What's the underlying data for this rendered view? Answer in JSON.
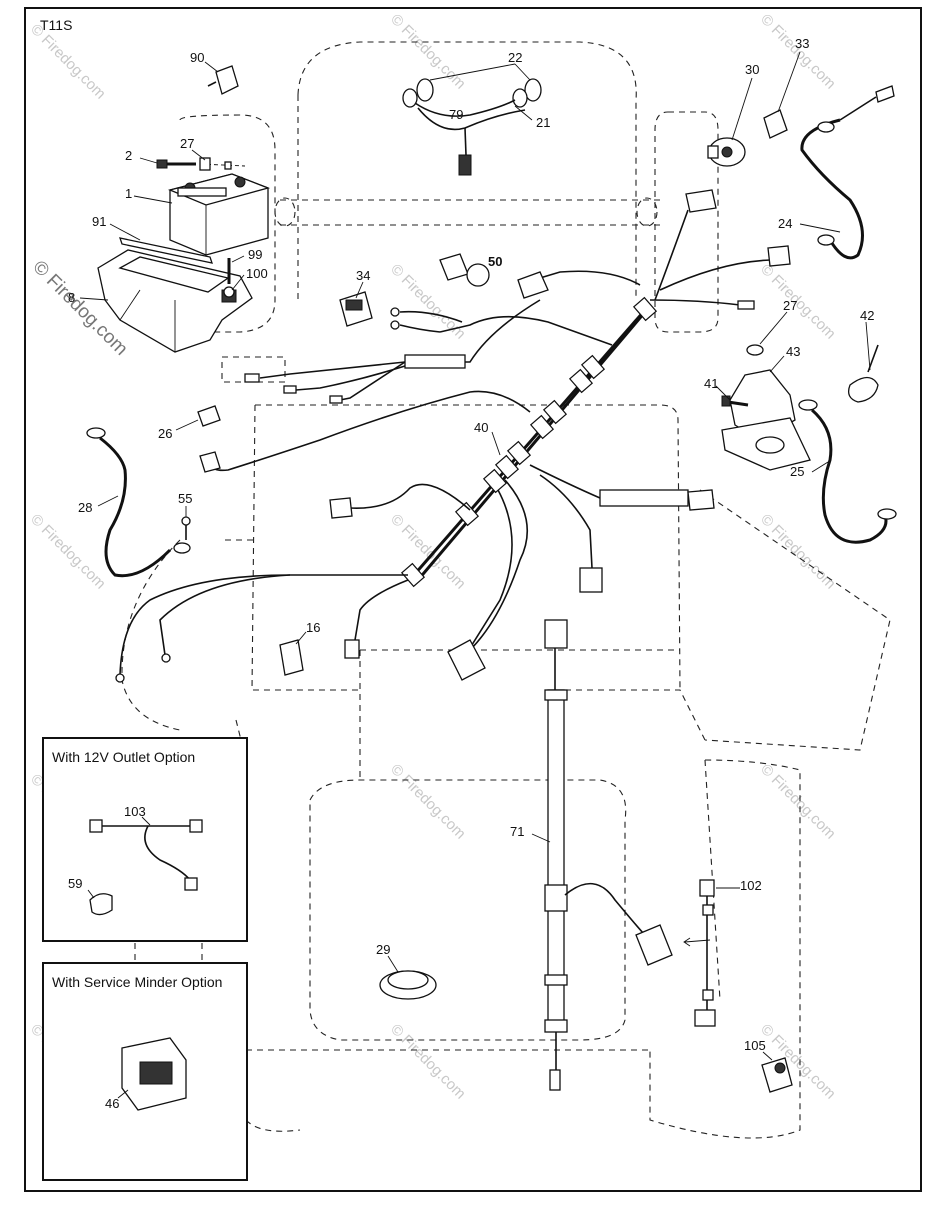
{
  "diagram": {
    "code": "T11S",
    "watermark": "© Firedog.com",
    "inset_12v_title": "With 12V Outlet Option",
    "inset_service_title": "With Service Minder Option"
  },
  "parts": {
    "p90": "90",
    "p22": "22",
    "p33": "33",
    "p30": "30",
    "p79": "79",
    "p21": "21",
    "p27a": "27",
    "p2": "2",
    "p1": "1",
    "p91": "91",
    "p99": "99",
    "p100": "100",
    "p8": "8",
    "p24": "24",
    "p34": "34",
    "p50": "50",
    "p27b": "27",
    "p42": "42",
    "p43": "43",
    "p41": "41",
    "p26": "26",
    "p40": "40",
    "p25": "25",
    "p28": "28",
    "p55": "55",
    "p16": "16",
    "p103": "103",
    "p59": "59",
    "p71": "71",
    "p102": "102",
    "p29": "29",
    "p46": "46",
    "p105": "105"
  }
}
